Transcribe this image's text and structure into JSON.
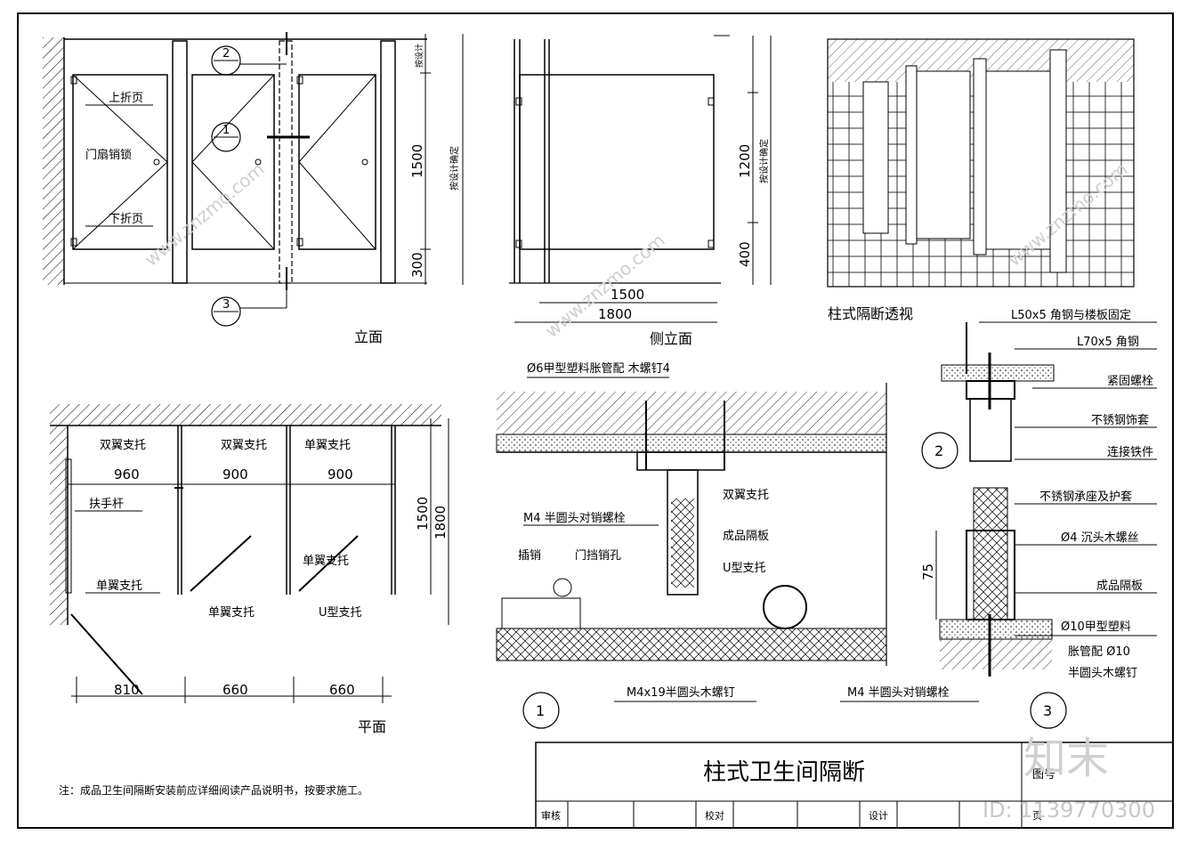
{
  "elevation": {
    "caption": "立面",
    "labels": {
      "upper_hinge": "上折页",
      "door_lock": "门扇销锁",
      "lower_hinge": "下折页"
    },
    "dims": {
      "d1500": "1500",
      "d300": "300",
      "total": "按设计确定",
      "top": "按设计"
    },
    "callouts": [
      "2",
      "1",
      "3"
    ]
  },
  "side_elevation": {
    "caption": "侧立面",
    "dims": {
      "d1500": "1500",
      "d1800": "1800",
      "d1200": "1200",
      "d400": "400",
      "total": "按设计确定"
    }
  },
  "perspective": {
    "caption": "柱式隔断透视"
  },
  "plan": {
    "caption": "平面",
    "labels": {
      "double_wing_1": "双翼支托",
      "double_wing_2": "双翼支托",
      "single_wing_top": "单翼支托",
      "handrail": "扶手杆",
      "single_wing_left": "单翼支托",
      "single_wing_mid": "单翼支托",
      "single_wing_right": "单翼支托",
      "u_bracket": "U型支托"
    },
    "dims_top": [
      "960",
      "900",
      "900"
    ],
    "dims_right": [
      "1500",
      "1800"
    ],
    "dims_bottom": [
      "810",
      "660",
      "660"
    ]
  },
  "detail1": {
    "callout": "1",
    "labels": {
      "anchor": "Ø6甲型塑料胀管配  木螺钉4",
      "double_wing": "双翼支托",
      "bolt": "M4 半圆头对销螺栓",
      "panel": "成品隔板",
      "latch": "插销",
      "door_stop": "门挡销孔",
      "u_bracket": "U型支托",
      "wood_screw": "M4x19半圆头木螺钉",
      "bolt2": "M4 半圆头对销螺栓"
    }
  },
  "detail23": {
    "callout2": "2",
    "callout3": "3",
    "dim75": "75",
    "labels": {
      "angle1": "L50x5 角钢与楼板固定",
      "angle2": "L70x5 角钢",
      "fasten_bolt": "紧固螺栓",
      "ss_cover": "不锈钢饰套",
      "connector": "连接铁件",
      "ss_seat": "不锈钢承座及护套",
      "screw": "Ø4 沉头木螺丝",
      "panel": "成品隔板",
      "anchor1": "Ø10甲型塑料",
      "anchor2": "胀管配  Ø10",
      "anchor3": "半圆头木螺钉"
    }
  },
  "title_block": {
    "title": "柱式卫生间隔断",
    "drawing_no_label": "图号",
    "review": "审核",
    "check": "校对",
    "design": "设计",
    "page": "页"
  },
  "note": "注：成品卫生间隔断安装前应详细阅读产品说明书，按要求施工。",
  "watermark": {
    "logo": "知末",
    "id": "ID: 1139770300",
    "site": "www.znzmo.com"
  }
}
